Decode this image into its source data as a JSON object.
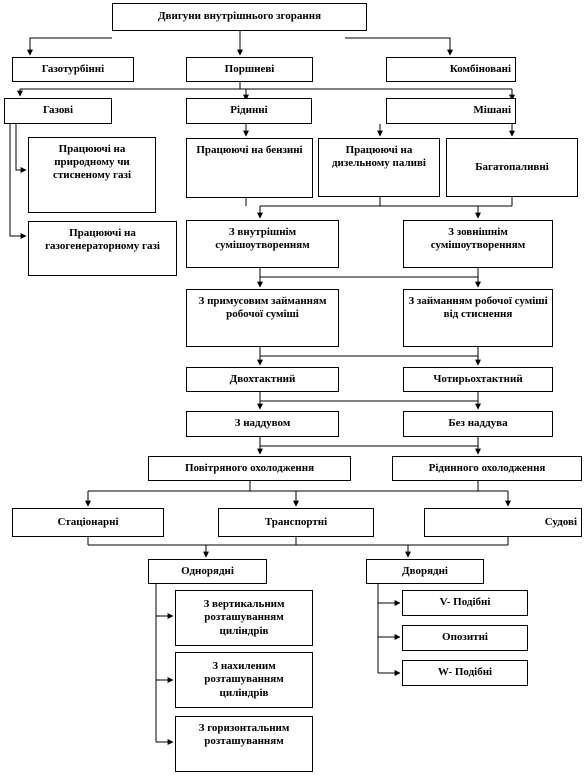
{
  "title": "Двигуни внутрішнього згорання",
  "fuel_type": {
    "gas_turbine": "Газотурбінні",
    "piston": "Поршневі",
    "combined": "Комбіновані"
  },
  "fuel": {
    "gas": "Газові",
    "liquid": "Рідинні",
    "mixed": "Мішані"
  },
  "gas_types": {
    "natural": "Працюючі на природному чи стисненому газі",
    "generator": "Працюючі на газогенераторному газі"
  },
  "liquid_types": {
    "petrol": "Працюючі на бензині",
    "diesel": "Працюючі на дизельному паливі",
    "multi": "Багатопаливні"
  },
  "mixing": {
    "internal": "З внутрішнім сумішоутворенням",
    "external": "З зовнішнім сумішоутворенням"
  },
  "ignition": {
    "forced": "З примусовим займанням робочої суміші",
    "compression": "З займанням робочої суміші від стиснення"
  },
  "cycle": {
    "two_stroke": "Двохтактний",
    "four_stroke": "Чотирьохтактний"
  },
  "boost": {
    "with": "З наддувом",
    "without": "Без наддува"
  },
  "cooling": {
    "air": "Повітряного охолодження",
    "liquid": "Рідинного охолодження"
  },
  "usage": {
    "stationary": "Стаціонарні",
    "transport": "Транспортні",
    "marine": "Судові"
  },
  "rows": {
    "single": "Однорядні",
    "double": "Дворядні"
  },
  "single_row": {
    "vertical": "З вертикальним розташуванням циліндрів",
    "inclined": "З нахиленим розташуванням циліндрів",
    "horizontal": "З горизонтальним розташуванням"
  },
  "double_row": {
    "v_shape": "V- Подібні",
    "opposed": "Опозитні",
    "w_shape": "W- Подібні"
  }
}
